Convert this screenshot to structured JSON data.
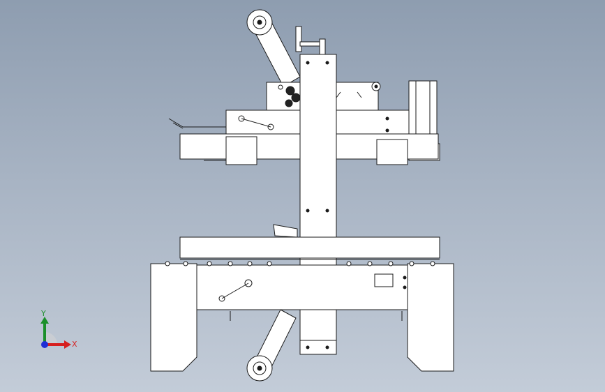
{
  "viewport": {
    "background_top": "#8e9db0",
    "background_bottom": "#c3ccd8",
    "model": "case-sealer-front-view"
  },
  "triad": {
    "x_label": "X",
    "y_label": "Y",
    "x_color": "#d61f1f",
    "y_color": "#1b8f2a",
    "z_color": "#1f2fd6"
  }
}
